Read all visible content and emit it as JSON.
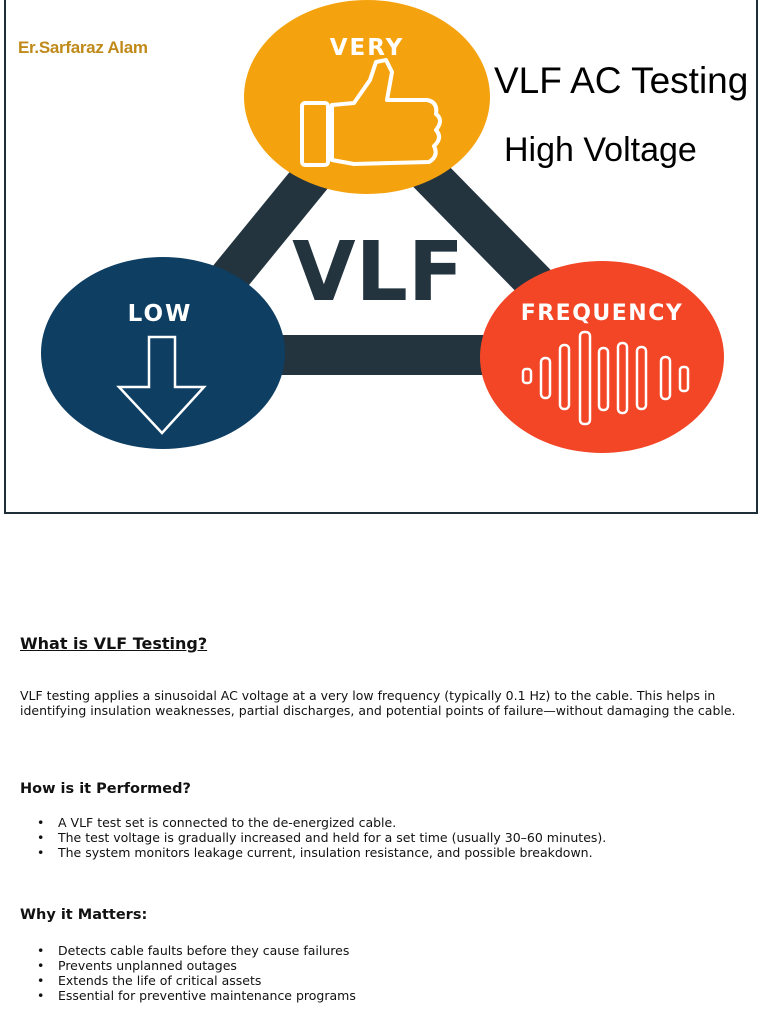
{
  "banner": {
    "author": "Er.Sarfaraz Alam",
    "title_line1": "VLF AC Testing",
    "title_line2": "High Voltage",
    "center_label": "VLF",
    "top_circle_label": "VERY",
    "left_circle_label": "LOW",
    "right_circle_label": "FREQUENCY",
    "colors": {
      "very": "#f5a20f",
      "low": "#0e3e62",
      "frequency": "#f24626",
      "frame": "#23343f"
    },
    "icons": [
      "thumbs-up-icon",
      "down-arrow-icon",
      "sound-wave-icon"
    ]
  },
  "doc": {
    "heading": "What is VLF Testing?",
    "intro": "VLF testing applies a sinusoidal AC voltage at a very low frequency (typically 0.1 Hz) to the cable. This helps in identifying insulation weaknesses, partial discharges, and potential points of failure—without damaging the cable.",
    "performed": {
      "heading": "How is it Performed?",
      "items": [
        "A VLF test set is connected to the de-energized cable.",
        "The test voltage is gradually increased and held for a set time (usually 30–60 minutes).",
        "The system monitors leakage current, insulation resistance, and possible breakdown."
      ]
    },
    "matters": {
      "heading": "Why it Matters:",
      "items": [
        "Detects cable faults before they cause failures",
        "Prevents unplanned outages",
        "Extends the life of critical assets",
        "Essential for preventive maintenance programs"
      ]
    }
  }
}
